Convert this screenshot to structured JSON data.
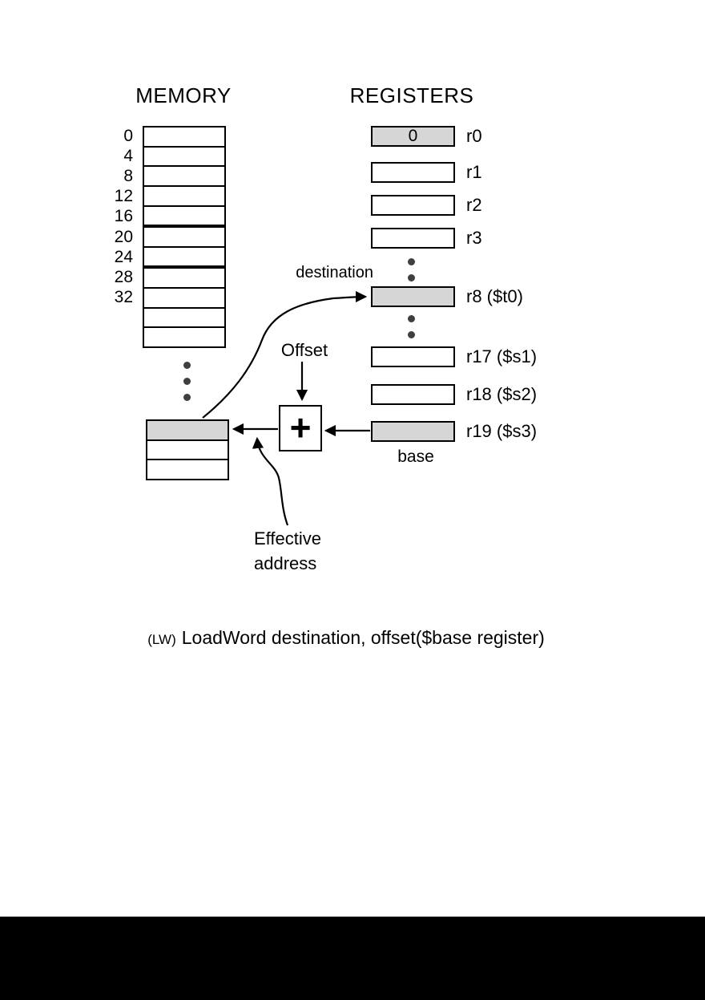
{
  "memory": {
    "title": "MEMORY",
    "rows": [
      {
        "label": "0"
      },
      {
        "label": "4"
      },
      {
        "label": "8"
      },
      {
        "label": "12"
      },
      {
        "label": "16",
        "thick_bottom": true
      },
      {
        "label": "20"
      },
      {
        "label": "24",
        "thick_bottom": true
      },
      {
        "label": "28"
      },
      {
        "label": "32"
      },
      {
        "label": ""
      },
      {
        "label": ""
      }
    ],
    "gap_dots": 3,
    "effective_block": {
      "rows": 3,
      "shaded_row_index": 0
    }
  },
  "registers": {
    "title": "REGISTERS",
    "items": [
      {
        "label": "r0",
        "value": "0",
        "shaded": true
      },
      {
        "label": "r1",
        "value": "",
        "shaded": false
      },
      {
        "label": "r2",
        "value": "",
        "shaded": false
      },
      {
        "label": "r3",
        "value": "",
        "shaded": false
      },
      {
        "label": "r8 ($t0)",
        "value": "",
        "shaded": true
      },
      {
        "label": "r17 ($s1)",
        "value": "",
        "shaded": false
      },
      {
        "label": "r18 ($s2)",
        "value": "",
        "shaded": false
      },
      {
        "label": "r19 ($s3)",
        "value": "",
        "shaded": true
      }
    ],
    "gap_dots_per_group": 2
  },
  "adder": {
    "symbol": "+"
  },
  "annotations": {
    "destination": "destination",
    "offset": "Offset",
    "base": "base",
    "effective_address": [
      "Effective",
      "address"
    ]
  },
  "caption": {
    "mnemonic": "(LW)",
    "syntax": "LoadWord destination, offset($base register)"
  },
  "icons": {
    "memory_gap": "vertical-ellipsis-icon",
    "register_gap": "vertical-ellipsis-icon",
    "arrowheads": "arrowhead-icon",
    "adder": "plus-icon"
  },
  "colors": {
    "background": "#ffffff",
    "line": "#000000",
    "shaded_fill": "#d6d6d6",
    "dot": "#3f3f3f",
    "bottom_bar": "#000000"
  }
}
